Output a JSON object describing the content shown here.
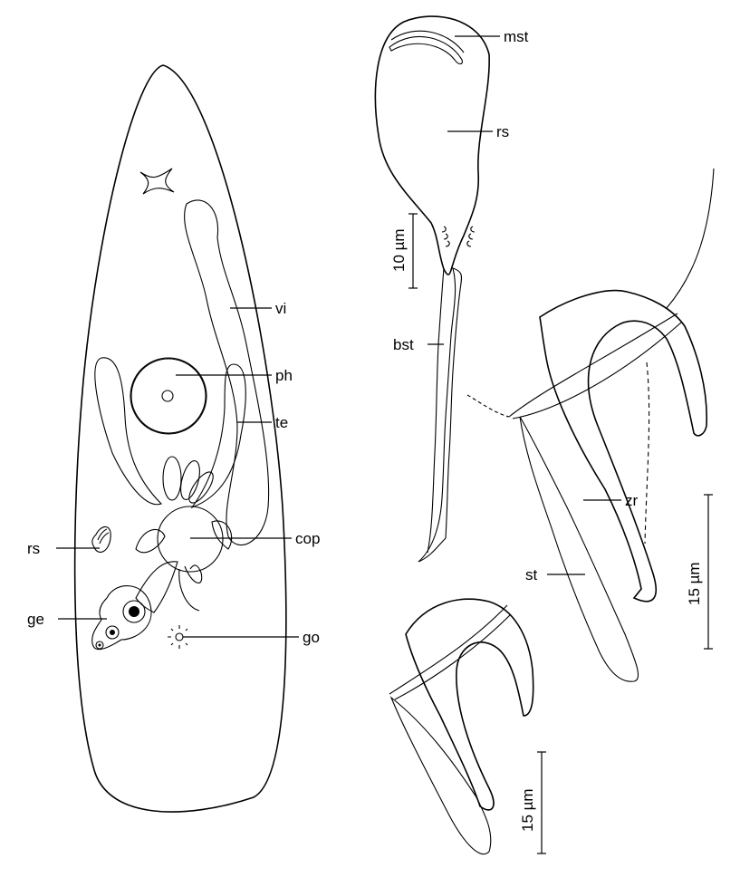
{
  "labels": {
    "vi": "vi",
    "ph": "ph",
    "te": "te",
    "rs_body": "rs",
    "cop": "cop",
    "ge": "ge",
    "go": "go",
    "mst": "mst",
    "rs_bursa": "rs",
    "bst": "bst",
    "zr": "zr",
    "st": "st"
  },
  "scale_bars": {
    "bursa": "10 µm",
    "stylet_upper": "15 µm",
    "stylet_lower": "15 µm"
  },
  "colors": {
    "ink": "#000000",
    "paper": "#ffffff"
  }
}
